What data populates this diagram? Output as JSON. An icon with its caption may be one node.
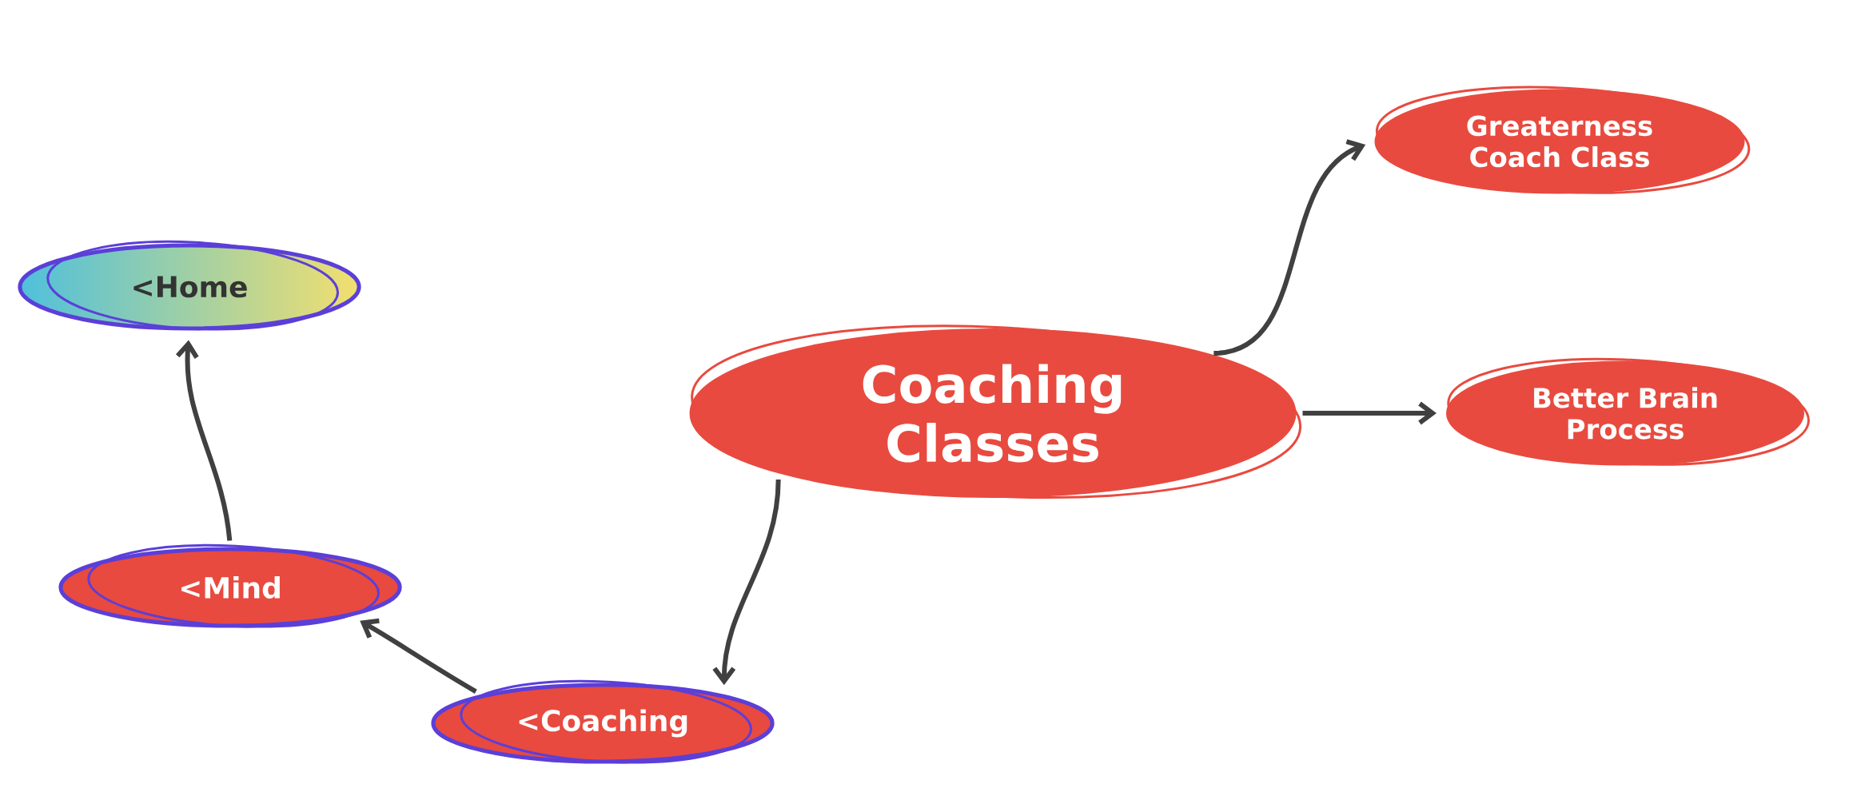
{
  "diagram": {
    "nodes": [
      {
        "text": [
          "Coaching Classes"
        ]
      },
      {
        "text": [
          "Greaterness Coach Class"
        ]
      },
      {
        "text": [
          "Better Brain Process"
        ]
      },
      {
        "text": [
          "<Coaching"
        ]
      },
      {
        "text": [
          "<Mind"
        ]
      },
      {
        "text": [
          "<Home"
        ]
      }
    ],
    "edges": [
      {
        "from": 0,
        "to": 1,
        "arrow": "to"
      },
      {
        "from": 0,
        "to": 2,
        "arrow": "to"
      },
      {
        "from": 0,
        "to": 3,
        "arrow": "to"
      },
      {
        "from": 3,
        "to": 4,
        "arrow": "to"
      },
      {
        "from": 4,
        "to": 5,
        "arrow": "to"
      }
    ]
  }
}
